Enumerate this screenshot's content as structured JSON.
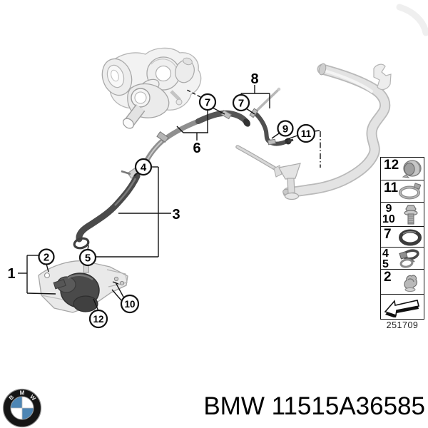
{
  "diagram": {
    "circled_callouts": [
      {
        "id": "callout-7-left",
        "label": "7"
      },
      {
        "id": "callout-7-right",
        "label": "7"
      },
      {
        "id": "callout-9",
        "label": "9"
      },
      {
        "id": "callout-11",
        "label": "11"
      },
      {
        "id": "callout-4",
        "label": "4"
      },
      {
        "id": "callout-2",
        "label": "2"
      },
      {
        "id": "callout-5",
        "label": "5"
      },
      {
        "id": "callout-10",
        "label": "10"
      },
      {
        "id": "callout-12",
        "label": "12"
      }
    ],
    "plain_labels": [
      {
        "id": "label-1",
        "label": "1"
      },
      {
        "id": "label-3",
        "label": "3"
      },
      {
        "id": "label-6",
        "label": "6"
      },
      {
        "id": "label-8",
        "label": "8"
      }
    ]
  },
  "legend": {
    "rows": [
      {
        "num": "12",
        "icon": "hose-coupling-icon"
      },
      {
        "num": "11",
        "icon": "band-clamp-icon"
      },
      {
        "num": "9",
        "num2": "10",
        "icon": "flange-bolt-icon"
      },
      {
        "num": "7",
        "icon": "o-ring-icon"
      },
      {
        "num": "4",
        "num2": "5",
        "icon": "hose-clamps-icon"
      },
      {
        "num": "2",
        "icon": "retaining-clip-icon"
      },
      {
        "icon": "direction-arrow-icon"
      }
    ],
    "diagram_code": "251709"
  },
  "footer": {
    "part_label": "BMW 11515A36585",
    "logo_letters": {
      "b": "B",
      "m": "M",
      "w": "W"
    },
    "logo_colors": {
      "blue": "#4e86b4",
      "black": "#151515"
    }
  }
}
